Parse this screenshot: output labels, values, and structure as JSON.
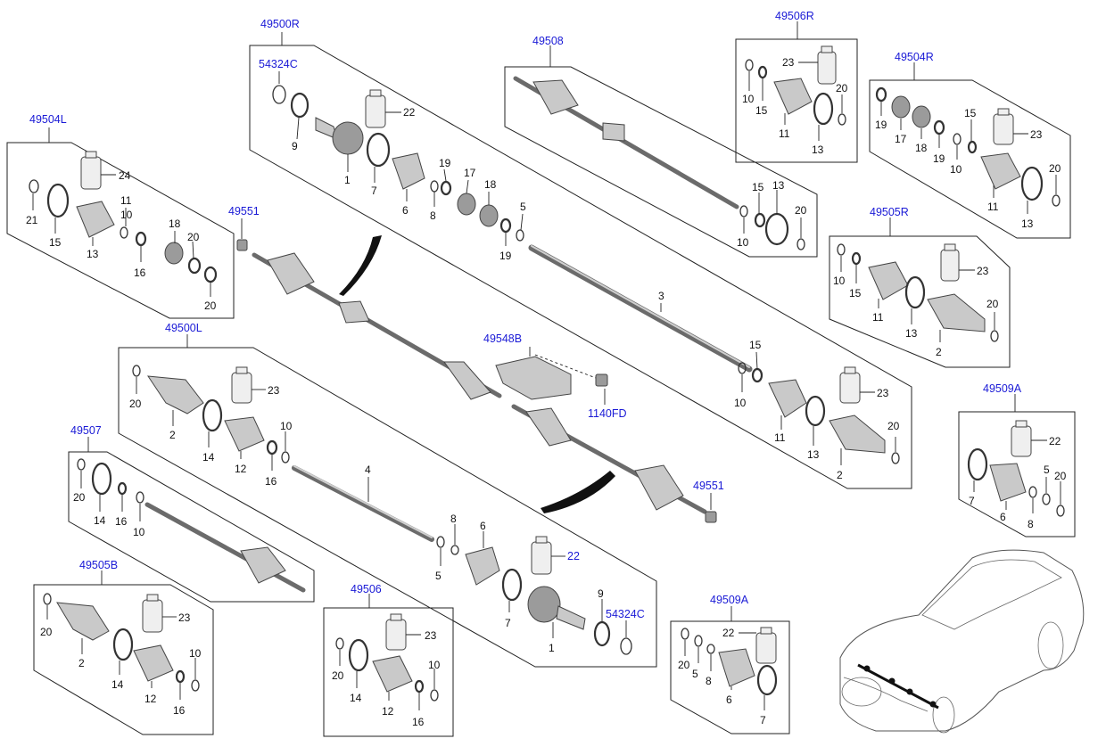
{
  "groups": {
    "g49500R": {
      "code": "49500R",
      "items": {
        "n54324c": "54324C",
        "n9": "9",
        "n22": "22",
        "n1": "1",
        "n7": "7",
        "n6": "6",
        "n8": "8",
        "n19a": "19",
        "n17": "17",
        "n18": "18",
        "n5": "5",
        "n19b": "19",
        "n3": "3",
        "n15": "15",
        "n10": "10",
        "n11": "11",
        "n13": "13",
        "n23": "23",
        "n20": "20",
        "n2": "2"
      }
    },
    "g49504L": {
      "code": "49504L",
      "items": {
        "n24": "24",
        "n21": "21",
        "n15": "15",
        "n13": "13",
        "n11": "11",
        "n10": "10",
        "n18": "18",
        "n20a": "20",
        "n16": "16",
        "n20b": "20"
      }
    },
    "g49508": {
      "code": "49508",
      "items": {
        "n15": "15",
        "n13": "13",
        "n10": "10",
        "n20": "20"
      }
    },
    "g49506R": {
      "code": "49506R",
      "items": {
        "n23": "23",
        "n10": "10",
        "n15": "15",
        "n11": "11",
        "n20": "20",
        "n13": "13"
      }
    },
    "g49504R": {
      "code": "49504R",
      "items": {
        "n19a": "19",
        "n17": "17",
        "n18": "18",
        "n15": "15",
        "n19b": "19",
        "n10": "10",
        "n23": "23",
        "n11": "11",
        "n20": "20",
        "n13": "13"
      }
    },
    "g49505R": {
      "code": "49505R",
      "items": {
        "n10": "10",
        "n15": "15",
        "n23": "23",
        "n11": "11",
        "n13": "13",
        "n20": "20",
        "n2": "2"
      }
    },
    "g49500L": {
      "code": "49500L",
      "items": {
        "n20": "20",
        "n2": "2",
        "n23": "23",
        "n14": "14",
        "n12": "12",
        "n10": "10",
        "n16": "16",
        "n4": "4",
        "n8": "8",
        "n6": "6",
        "n5": "5",
        "n22": "22",
        "n7": "7",
        "n1": "1",
        "n9": "9",
        "n54324c": "54324C"
      }
    },
    "g49507": {
      "code": "49507",
      "items": {
        "n20": "20",
        "n14": "14",
        "n16": "16",
        "n10": "10"
      }
    },
    "g49505B": {
      "code": "49505B",
      "items": {
        "n20": "20",
        "n2": "2",
        "n23": "23",
        "n14": "14",
        "n12": "12",
        "n10": "10",
        "n16": "16"
      }
    },
    "g49506": {
      "code": "49506",
      "items": {
        "n23": "23",
        "n20": "20",
        "n14": "14",
        "n12": "12",
        "n10": "10",
        "n16": "16"
      }
    },
    "g49509A_top": {
      "code": "49509A",
      "items": {
        "n22": "22",
        "n7": "7",
        "n6": "6",
        "n5": "5",
        "n20": "20",
        "n8": "8"
      }
    },
    "g49509A_bot": {
      "code": "49509A",
      "items": {
        "n22": "22",
        "n20": "20",
        "n5": "5",
        "n8": "8",
        "n6": "6",
        "n7": "7"
      }
    }
  },
  "loose_refs": {
    "r49551a": "49551",
    "r49551b": "49551",
    "r49548b": "49548B",
    "r1140fd": "1140FD"
  },
  "colors": {
    "ref_link": "#1a1ad6",
    "outline": "#222222",
    "part_fill": "#c9c9c9"
  }
}
